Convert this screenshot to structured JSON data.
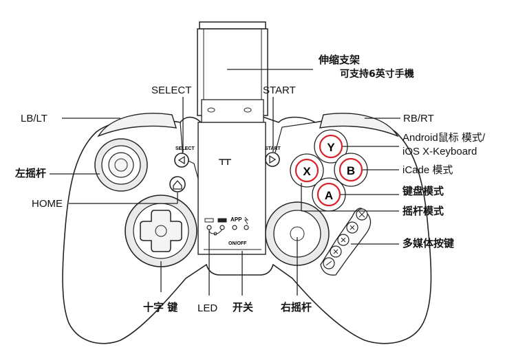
{
  "labels": {
    "stand_title": "伸缩支架",
    "stand_sub": "可支持6英寸手機",
    "select": "SELECT",
    "start": "START",
    "lb_lt": "LB/LT",
    "rb_rt": "RB/RT",
    "android_line1": "Android鼠标 模式/",
    "android_line2": "iOS X-Keyboard",
    "icade": "iCade 模式",
    "keyboard": "键盘模式",
    "joystick_mode": "摇杆模式",
    "multimedia": "多媒体按键",
    "left_stick": "左摇杆",
    "home": "HOME",
    "dpad": "十字 键",
    "led": "LED",
    "power": "开关",
    "right_stick": "右摇杆"
  },
  "device_text": {
    "select_small": "SELECT",
    "start_small": "START",
    "app": "APP",
    "on_off": "ON/OFF"
  },
  "buttons": {
    "y": "Y",
    "x": "X",
    "b": "B",
    "a": "A"
  },
  "colors": {
    "button_red": "#d8232a",
    "line": "#222222"
  }
}
